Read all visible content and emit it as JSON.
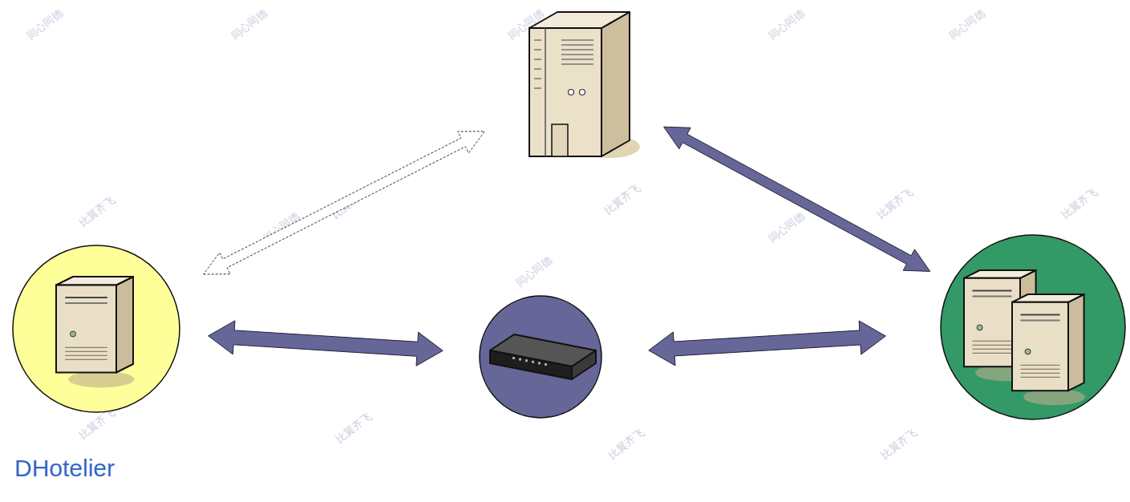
{
  "diagram": {
    "nodes": [
      {
        "text": []
      },
      {
        "text": [
          "DHotelier"
        ]
      },
      {
        "text": []
      },
      {
        "text": []
      }
    ],
    "edges": [
      {
        "from": 1,
        "to": 0,
        "arrow": "both"
      },
      {
        "from": 1,
        "to": 2,
        "arrow": "both"
      },
      {
        "from": 2,
        "to": 3,
        "arrow": "both"
      },
      {
        "from": 0,
        "to": 3,
        "arrow": "both"
      }
    ],
    "labels": [
      "同心同德",
      "同心同德",
      "同心同德",
      "同心同德",
      "同心同德",
      "比翼齐飞",
      "比翼齐飞",
      "比翼齐飞",
      "比翼齐飞",
      "比翼齐飞",
      "同心同德",
      "同心同德",
      "同心同德",
      "比翼齐飞",
      "比翼齐飞",
      "比翼齐飞",
      "比翼齐飞"
    ]
  }
}
